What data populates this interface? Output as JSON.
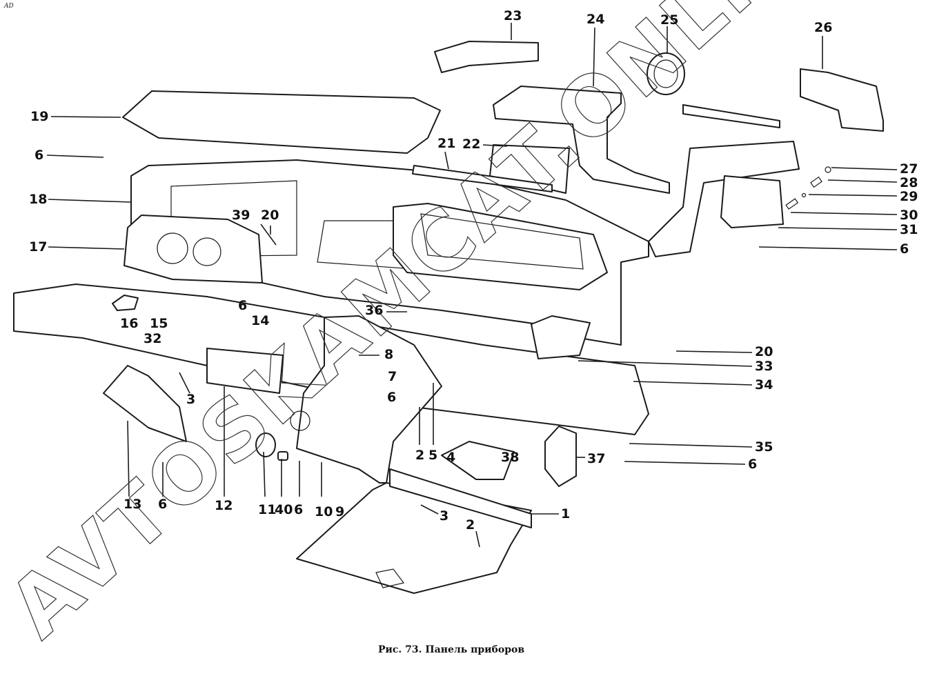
{
  "corner_mark": "AD",
  "caption": "Рис. 73. Панель приборов",
  "watermark": "AVTOSKAMCAT.ONLINE",
  "callouts": [
    {
      "id": "c23",
      "text": "23"
    },
    {
      "id": "c24",
      "text": "24"
    },
    {
      "id": "c25",
      "text": "25"
    },
    {
      "id": "c26",
      "text": "26"
    },
    {
      "id": "c19",
      "text": "19"
    },
    {
      "id": "c6a",
      "text": "6"
    },
    {
      "id": "c18",
      "text": "18"
    },
    {
      "id": "c17",
      "text": "17"
    },
    {
      "id": "c21",
      "text": "21"
    },
    {
      "id": "c22",
      "text": "22"
    },
    {
      "id": "c39",
      "text": "39"
    },
    {
      "id": "c20a",
      "text": "20"
    },
    {
      "id": "c27",
      "text": "27"
    },
    {
      "id": "c28",
      "text": "28"
    },
    {
      "id": "c29",
      "text": "29"
    },
    {
      "id": "c30",
      "text": "30"
    },
    {
      "id": "c31",
      "text": "31"
    },
    {
      "id": "c6b",
      "text": "6"
    },
    {
      "id": "c16",
      "text": "16"
    },
    {
      "id": "c15",
      "text": "15"
    },
    {
      "id": "c32",
      "text": "32"
    },
    {
      "id": "c6c",
      "text": "6"
    },
    {
      "id": "c14",
      "text": "14"
    },
    {
      "id": "c36",
      "text": "36"
    },
    {
      "id": "c8",
      "text": "8"
    },
    {
      "id": "c7",
      "text": "7"
    },
    {
      "id": "c6d",
      "text": "6"
    },
    {
      "id": "c3a",
      "text": "3"
    },
    {
      "id": "c20b",
      "text": "20"
    },
    {
      "id": "c33",
      "text": "33"
    },
    {
      "id": "c34",
      "text": "34"
    },
    {
      "id": "c35",
      "text": "35"
    },
    {
      "id": "c6e",
      "text": "6"
    },
    {
      "id": "c37",
      "text": "37"
    },
    {
      "id": "c38",
      "text": "38"
    },
    {
      "id": "c2a",
      "text": "2"
    },
    {
      "id": "c5",
      "text": "5"
    },
    {
      "id": "c4",
      "text": "4"
    },
    {
      "id": "c13",
      "text": "13"
    },
    {
      "id": "c6f",
      "text": "6"
    },
    {
      "id": "c12",
      "text": "12"
    },
    {
      "id": "c11",
      "text": "11"
    },
    {
      "id": "c40",
      "text": "40"
    },
    {
      "id": "c6g",
      "text": "6"
    },
    {
      "id": "c10",
      "text": "10"
    },
    {
      "id": "c9",
      "text": "9"
    },
    {
      "id": "c1",
      "text": "1"
    },
    {
      "id": "c3b",
      "text": "3"
    },
    {
      "id": "c2b",
      "text": "2"
    }
  ]
}
